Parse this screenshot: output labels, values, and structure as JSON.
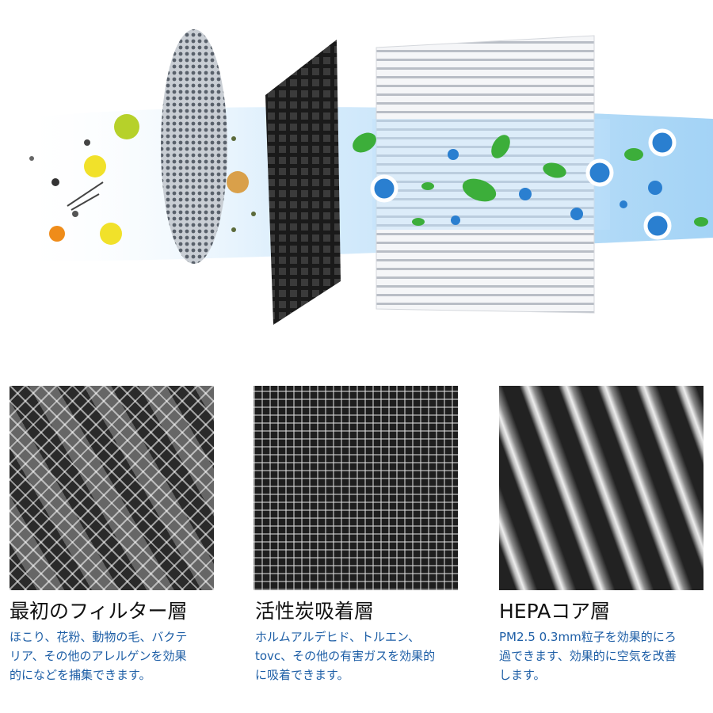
{
  "layers": [
    {
      "title": "最初のフィルター層",
      "lines": [
        "ほこり、花粉、動物の毛、バクテ",
        "リア、その他のアレルゲンを効果",
        "的になどを捕集できます。"
      ]
    },
    {
      "title": "活性炭吸着層",
      "lines": [
        "ホルムアルデヒド、トルエン、",
        "tovc、その他の有害ガスを効果的",
        "に吸着できます。"
      ]
    },
    {
      "title": "HEPAコア層",
      "lines": [
        "PM2.5 0.3mm粒子を効果的にろ",
        "過できます、効果的に空気を改善",
        "します。"
      ]
    }
  ],
  "colors": {
    "text_blue": "#1d5ea6",
    "air_blue": "#9fd0f5",
    "leaf_green": "#3cae3a",
    "ion_blue": "#2a7fd0"
  }
}
